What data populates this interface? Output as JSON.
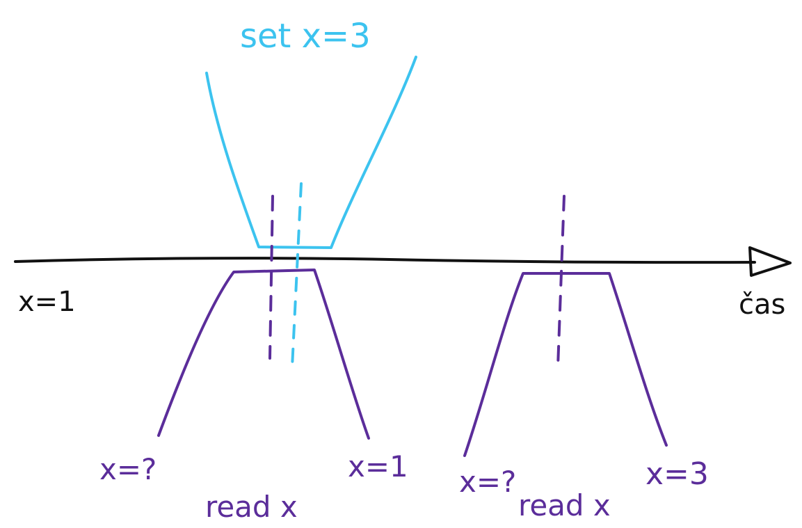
{
  "labels": {
    "write_op": "set x=3",
    "initial_value": "x=1",
    "time_axis": "čas",
    "read1_start": "x=?",
    "read1_end": "x=1",
    "read1_name": "read x",
    "read2_start": "x=?",
    "read2_end": "x=3",
    "read2_name": "read x"
  },
  "colors": {
    "axis": "#111111",
    "write": "#3cc3ef",
    "read": "#5b2d9a"
  }
}
